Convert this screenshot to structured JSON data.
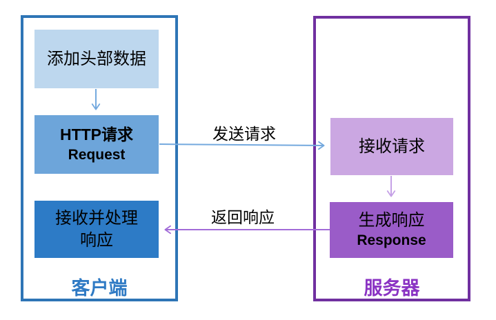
{
  "colors": {
    "client_border": "#2E75B6",
    "client_label": "#2F7AC4",
    "box_add_header_bg": "#BDD7EE",
    "box_http_request_bg": "#6DA5DA",
    "box_handle_response_bg": "#2D7BC6",
    "server_border": "#7030A0",
    "server_label": "#8A33C3",
    "box_receive_request_bg": "#CBA7E2",
    "box_generate_response_bg": "#9A5CC8",
    "arrow_blue": "#74A9DE",
    "arrow_purple": "#A16BD8",
    "arrow_light_purple": "#C5A1E6"
  },
  "client": {
    "label": "客户端",
    "box_add_header": {
      "line1": "添加头部数据"
    },
    "box_http_request": {
      "line1": "HTTP请求",
      "line2": "Request"
    },
    "box_handle_response": {
      "line1": "接收并处理",
      "line2": "响应"
    }
  },
  "server": {
    "label": "服务器",
    "box_receive_request": {
      "line1": "接收请求"
    },
    "box_generate_response": {
      "line1": "生成响应",
      "line2": "Response"
    }
  },
  "arrows": {
    "send_request_label": "发送请求",
    "return_response_label": "返回响应"
  }
}
